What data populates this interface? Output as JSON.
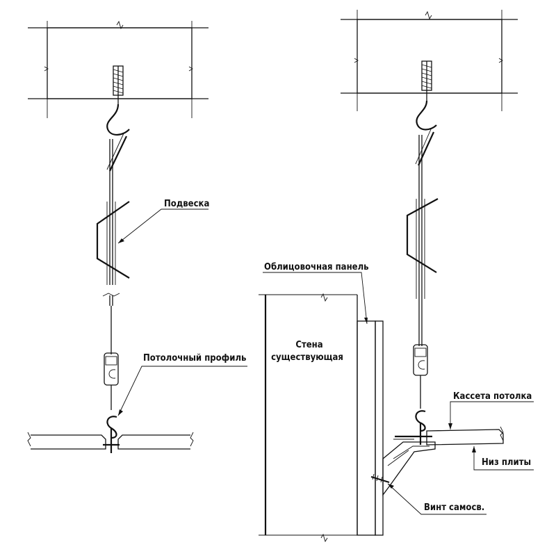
{
  "labels": {
    "hanger": "Подвеска",
    "ceiling_profile": "Потолочный профиль",
    "cladding_panel": "Облицовочная панель",
    "wall_line1": "Стена",
    "wall_line2": "существующая",
    "ceiling_cassette": "Кассета потолка",
    "slab_bottom": "Низ плиты",
    "self_tapping_screw": "Винт самосв."
  },
  "colors": {
    "line": "#111111",
    "background": "#ffffff"
  },
  "icons": {
    "ceiling_slab": "concrete-hatch",
    "hanger": "wire-hanger",
    "clip": "adjustment-clip",
    "ceiling_tile": "mineral-tile",
    "wall_bracket": "wall-angle-bracket"
  }
}
